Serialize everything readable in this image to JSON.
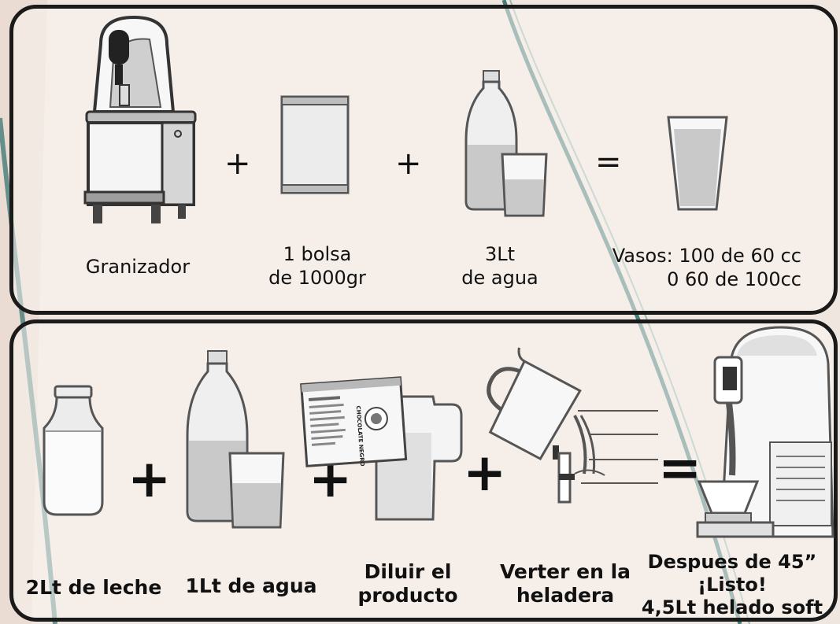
{
  "colors": {
    "background": "#efe6df",
    "outline": "#1a1a1a",
    "fill_grey": "#c9c9c9",
    "accent_teal": "#0d5a5a"
  },
  "icons": {
    "top": [
      "slush-machine-icon",
      "powder-bag-icon",
      "water-bottle-and-glass-icon",
      "tall-glass-icon"
    ],
    "bottom": [
      "milk-bottle-icon",
      "water-bottle-and-glass-icon",
      "product-bag-and-jug-icon",
      "pitcher-pouring-icon",
      "soft-serve-machine-icon"
    ]
  },
  "top_row": {
    "operators": [
      "+",
      "+",
      "="
    ],
    "labels": {
      "granizador": "Granizador",
      "bolsa": "1 bolsa\nde 1000gr",
      "agua": "3Lt\nde agua",
      "vasos": "Vasos: 100 de 60 cc\n0 60 de 100cc"
    }
  },
  "bottom_row": {
    "operators": [
      "+",
      "+",
      "+",
      "="
    ],
    "labels": {
      "leche": "2Lt de leche",
      "agua": "1Lt de agua",
      "diluir": "Diluir el\nproducto",
      "verter": "Verter en la\nheladera",
      "resultado": "Despues de 45”\n¡Listo!\n4,5Lt helado soft"
    },
    "bag_text": "CHOCOLATE NEGRO"
  }
}
